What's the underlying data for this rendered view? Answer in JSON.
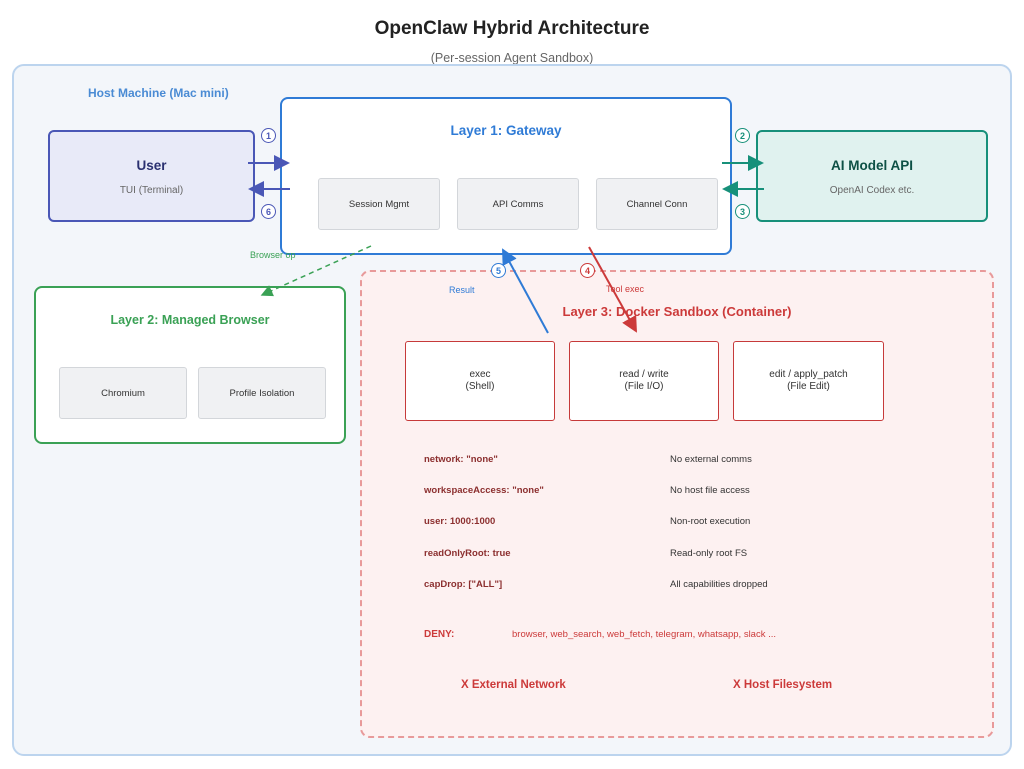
{
  "title": "OpenClaw Hybrid Architecture",
  "subtitle": "(Per-session Agent Sandbox)",
  "host": {
    "label": "Host Machine (Mac mini)"
  },
  "user": {
    "title": "User",
    "subtitle": "TUI (Terminal)"
  },
  "ai_api": {
    "title": "AI Model API",
    "subtitle": "OpenAI Codex etc."
  },
  "gateway": {
    "title": "Layer 1: Gateway",
    "modules": [
      "Session Mgmt",
      "API Comms",
      "Channel Conn"
    ]
  },
  "browser": {
    "title": "Layer 2: Managed Browser",
    "modules": [
      "Chromium",
      "Profile Isolation"
    ]
  },
  "sandbox": {
    "title": "Layer 3: Docker Sandbox (Container)",
    "tools": [
      "exec\n(Shell)",
      "read / write\n(File I/O)",
      "edit / apply_patch\n(File Edit)"
    ],
    "config": [
      {
        "key": "network: \"none\"",
        "desc": "No external comms"
      },
      {
        "key": "workspaceAccess: \"none\"",
        "desc": "No host file access"
      },
      {
        "key": "user: 1000:1000",
        "desc": "Non-root execution"
      },
      {
        "key": "readOnlyRoot: true",
        "desc": "Read-only root FS"
      },
      {
        "key": "capDrop: [\"ALL\"]",
        "desc": "All capabilities dropped"
      }
    ],
    "deny_label": "DENY:",
    "deny_list": "browser, web_search, web_fetch, telegram, whatsapp, slack ...",
    "blocked": [
      "X  External Network",
      "X  Host Filesystem"
    ]
  },
  "steps": [
    "1",
    "2",
    "3",
    "4",
    "5",
    "6"
  ],
  "edge_labels": {
    "browser_op": "Browser op",
    "result": "Result",
    "tool_exec": "Tool exec"
  },
  "colors": {
    "user": "#4a57b6",
    "api": "#17907a",
    "gateway": "#2f7bd6",
    "browser": "#3aa155",
    "sandbox": "#cc3a3a",
    "host_frame": "#bcd4ee"
  }
}
